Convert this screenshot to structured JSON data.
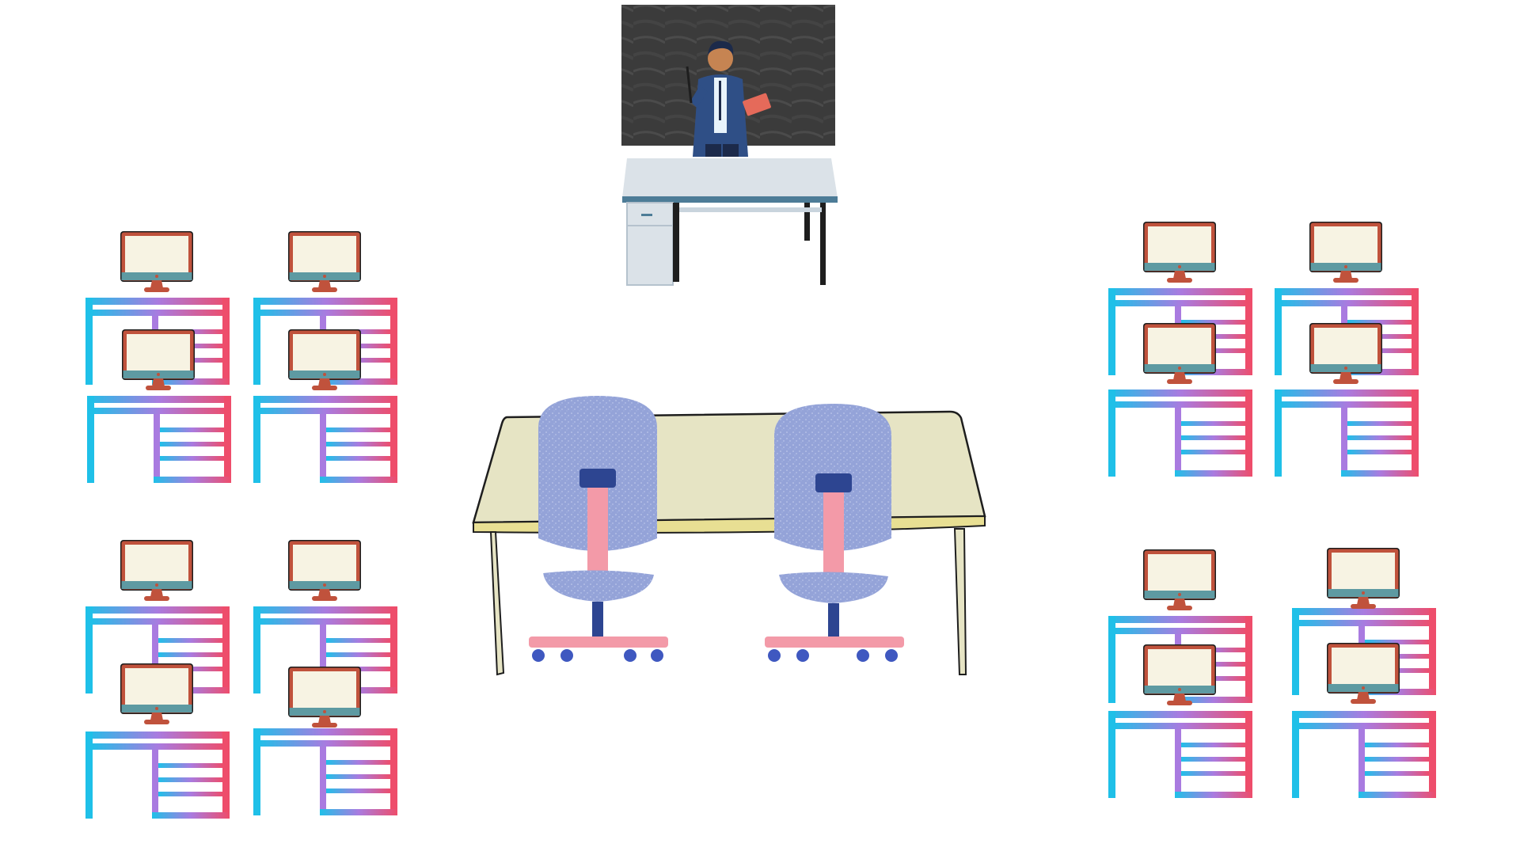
{
  "scene": {
    "description_visible_text": "",
    "workstation_layout": {
      "left_cluster_rows": 2,
      "left_cluster_cols": 2,
      "right_cluster_rows": 2,
      "right_cluster_cols": 2,
      "desks_per_pod": 2
    },
    "colors": {
      "background": "#ffffff",
      "chalkboard": "#3c3c3c",
      "desk_gradient_start": "#1fc0e8",
      "desk_gradient_mid": "#a97be0",
      "desk_gradient_end": "#ee4d6b",
      "monitor_frame": "#c0523c",
      "monitor_screen": "#f7f3e3",
      "monitor_bezel": "#5e9aa2",
      "teacher_desk_top": "#dbe2e8",
      "teacher_desk_edge": "#4d7c97",
      "table_top": "#e6e4c4",
      "table_edge": "#e8df93",
      "chair_back": "#94a3d8",
      "chair_accent": "#f39aa8",
      "chair_handle": "#2d4591"
    },
    "icons": {
      "teacher": "teacher-figure-icon",
      "chalkboard": "chalkboard-icon",
      "monitor": "computer-monitor-icon",
      "desk": "desk-icon",
      "chair": "office-chair-icon",
      "table": "meeting-table-icon"
    }
  }
}
